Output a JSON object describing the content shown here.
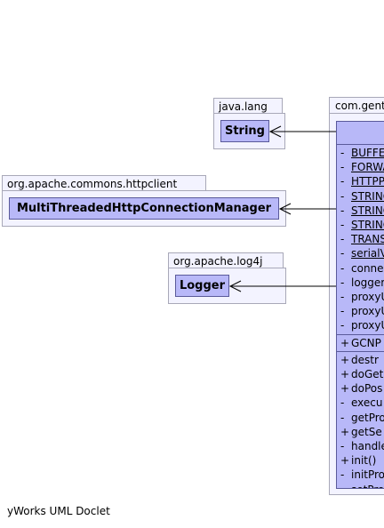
{
  "packages": {
    "java_lang": {
      "label": "java.lang",
      "class_name": "String"
    },
    "httpclient": {
      "label": "org.apache.commons.httpclient",
      "class_name": "MultiThreadedHttpConnectionManager"
    },
    "log4j": {
      "label": "org.apache.log4j",
      "class_name": "Logger"
    }
  },
  "main_package": {
    "label": "com.gent"
  },
  "main_class": {
    "attributes": [
      {
        "vis": "-",
        "name": "BUFFE",
        "static": true
      },
      {
        "vis": "-",
        "name": "FORWA",
        "static": true
      },
      {
        "vis": "-",
        "name": "HTTPP",
        "static": true
      },
      {
        "vis": "-",
        "name": "STRING",
        "static": true
      },
      {
        "vis": "-",
        "name": "STRING",
        "static": true
      },
      {
        "vis": "-",
        "name": "STRING",
        "static": true
      },
      {
        "vis": "-",
        "name": "TRANS",
        "static": true
      },
      {
        "vis": "-",
        "name": "serialV",
        "static": true
      },
      {
        "vis": "-",
        "name": "conne",
        "static": false
      },
      {
        "vis": "-",
        "name": "logger",
        "static": false
      },
      {
        "vis": "-",
        "name": "proxyU",
        "static": false
      },
      {
        "vis": "-",
        "name": "proxyU",
        "static": false
      },
      {
        "vis": "-",
        "name": "proxyU",
        "static": false
      }
    ],
    "constructors": [
      {
        "vis": "+",
        "name": "GCNP"
      }
    ],
    "methods": [
      {
        "vis": "+",
        "name": "destr"
      },
      {
        "vis": "+",
        "name": "doGet"
      },
      {
        "vis": "+",
        "name": "doPos"
      },
      {
        "vis": "-",
        "name": "execu"
      },
      {
        "vis": "-",
        "name": "getPro"
      },
      {
        "vis": "+",
        "name": "getSe"
      },
      {
        "vis": "-",
        "name": "handle"
      },
      {
        "vis": "+",
        "name": "init()"
      },
      {
        "vis": "-",
        "name": "initPro"
      },
      {
        "vis": "-",
        "name": "setPro"
      }
    ]
  },
  "footer": {
    "text": "yWorks UML Doclet"
  },
  "colors": {
    "package_fill": "#f3f3ff",
    "class_fill": "#b8b8f8",
    "border": "#5a5a9a"
  }
}
